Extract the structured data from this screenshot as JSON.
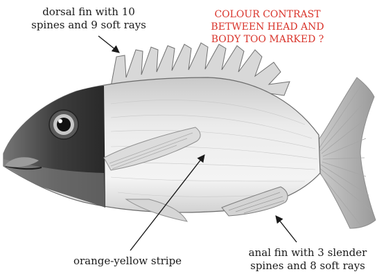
{
  "annotations": {
    "dorsal": [
      "dorsal fin with 10",
      "spines and 9 soft rays"
    ],
    "anal": [
      "anal fin with 3 slender",
      "spines and 8 soft rays"
    ],
    "stripe": "orange-yellow stripe"
  },
  "note": [
    "COLOUR CONTRAST",
    "BETWEEN HEAD AND",
    "BODY  TOO MARKED ?"
  ],
  "colors": {
    "note": "#d9342b",
    "ink": "#1a1a1a",
    "head": "#4a4a4a",
    "body": "#e9e9e9"
  }
}
